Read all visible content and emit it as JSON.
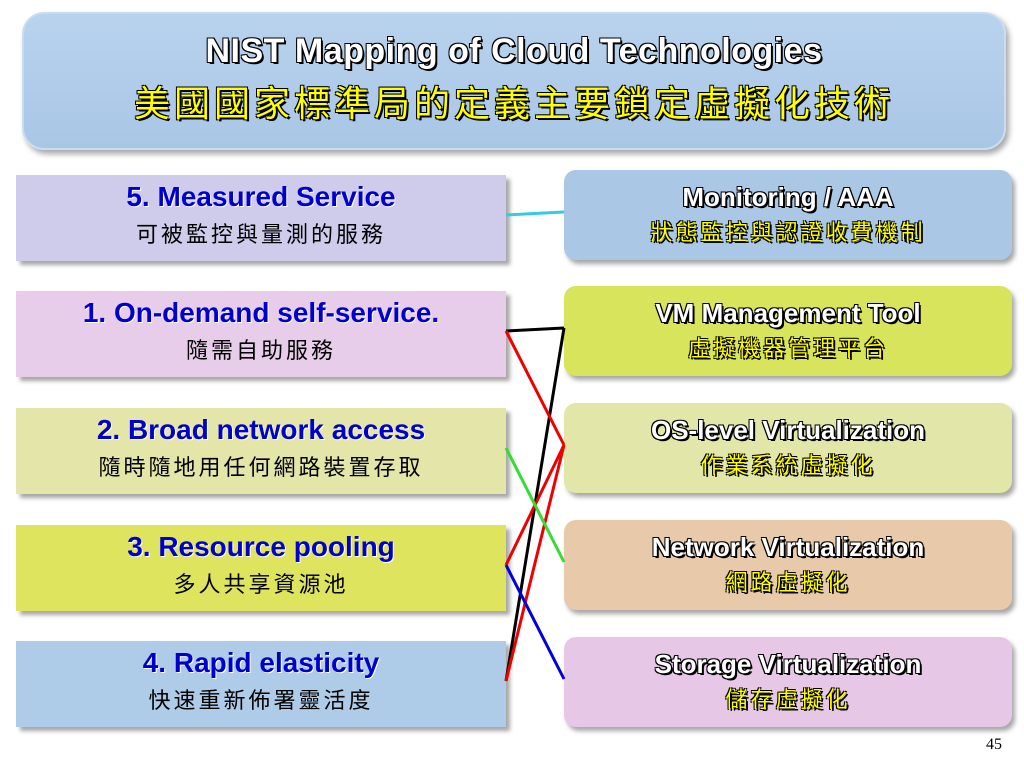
{
  "title": {
    "en": "NIST Mapping of Cloud Technologies",
    "zh": "美國國家標準局的定義主要鎖定虛擬化技術"
  },
  "nist_characteristics": [
    {
      "en": "5. Measured Service",
      "zh": "可被監控與量測的服務",
      "color": "#cfcbea"
    },
    {
      "en": "1. On-demand self-service.",
      "zh": "隨需自助服務",
      "color": "#e8cdea"
    },
    {
      "en": "2. Broad network access",
      "zh": "隨時隨地用任何網路裝置存取",
      "color": "#e3e6a8"
    },
    {
      "en": "3. Resource pooling",
      "zh": "多人共享資源池",
      "color": "#dfe45e"
    },
    {
      "en": "4. Rapid elasticity",
      "zh": "快速重新佈署靈活度",
      "color": "#aecbe8"
    }
  ],
  "technologies": [
    {
      "en": "Monitoring / AAA",
      "zh": "狀態監控與認證收費機制",
      "color": "#abc7e6"
    },
    {
      "en": "VM Management Tool",
      "zh": "虛擬機器管理平台",
      "color": "#d8e45c"
    },
    {
      "en": "OS-level Virtualization",
      "zh": "作業系統虛擬化",
      "color": "#e2e6a8"
    },
    {
      "en": "Network Virtualization",
      "zh": "網路虛擬化",
      "color": "#e8c9aa"
    },
    {
      "en": "Storage Virtualization",
      "zh": "儲存虛擬化",
      "color": "#e6c7e6"
    }
  ],
  "connections": [
    {
      "from": 0,
      "to": 0,
      "color": "#33ccdd"
    },
    {
      "from": 1,
      "to": 1,
      "color": "#000000"
    },
    {
      "from": 4,
      "to": 1,
      "color": "#000000"
    },
    {
      "from": 1,
      "to": 2,
      "color": "#ee0000"
    },
    {
      "from": 3,
      "to": 2,
      "color": "#ee0000"
    },
    {
      "from": 4,
      "to": 2,
      "color": "#ee0000"
    },
    {
      "from": 2,
      "to": 3,
      "color": "#33dd33"
    },
    {
      "from": 3,
      "to": 4,
      "color": "#0000dd"
    }
  ],
  "page_number": "45"
}
